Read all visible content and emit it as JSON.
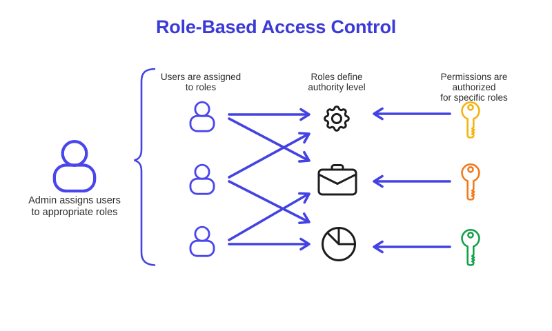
{
  "title": "Role-Based Access Control",
  "admin": {
    "label": "Admin assigns users\nto appropriate roles",
    "icon": "admin-user-icon"
  },
  "columns": {
    "users": {
      "label": "Users are assigned\nto roles",
      "icon": "user-icon",
      "count": 3
    },
    "roles": {
      "label": "Roles define\nauthority level",
      "icons": [
        "gear-icon",
        "briefcase-icon",
        "pie-chart-icon"
      ]
    },
    "permissions": {
      "label": "Permissions are authorized\nfor specific roles",
      "icons": [
        "key-icon-yellow",
        "key-icon-orange",
        "key-icon-green"
      ]
    }
  },
  "connections": {
    "user_to_role": [
      [
        1,
        1
      ],
      [
        1,
        2
      ],
      [
        2,
        1
      ],
      [
        2,
        3
      ],
      [
        3,
        2
      ],
      [
        3,
        3
      ]
    ],
    "key_to_role": [
      [
        1,
        1
      ],
      [
        2,
        2
      ],
      [
        3,
        3
      ]
    ]
  },
  "colors": {
    "title": "#3B3AD9",
    "arrow_blue": "#4342E3",
    "person_blue": "#4B46EC",
    "icon_black": "#1D1D1F",
    "key_yellow": "#F5B30E",
    "key_orange": "#F3791D",
    "key_green": "#17A04B",
    "text": "#2D2D2D"
  }
}
